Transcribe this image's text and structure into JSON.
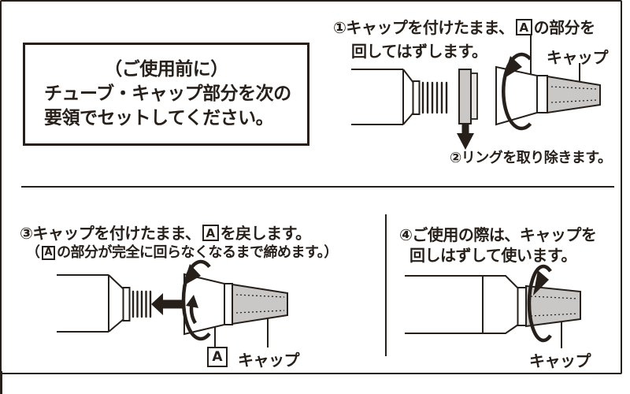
{
  "colors": {
    "ink": "#27201a",
    "part_gray": "#c9c8c6",
    "ring_back_gray": "#e6e5e3"
  },
  "intro": {
    "line1": "（ご使用前に）",
    "line2": "チューブ・キャップ部分を次の",
    "line3": "要領でセットしてください。"
  },
  "step1": {
    "seg1": "①キャップを付けたまま、",
    "boxed_a": "A",
    "seg2": "の部分を",
    "line2": "回してはずします。",
    "cap_label": "キャップ"
  },
  "step2": {
    "text": "②リングを取り除きます。"
  },
  "step3": {
    "line1_seg1": "③キャップを付けたまま、",
    "line1_boxed_a": "A",
    "line1_seg2": "を戻します。",
    "line2_seg1": "（",
    "line2_boxed_a": "A",
    "line2_seg2": "の部分が完全に回らなくなるまで締めます。）",
    "part_label": "A",
    "cap_label": "キャップ"
  },
  "step4": {
    "line1": "④ご使用の際は、キャップを",
    "line2": "回しはずして使います。",
    "cap_label": "キャップ"
  }
}
